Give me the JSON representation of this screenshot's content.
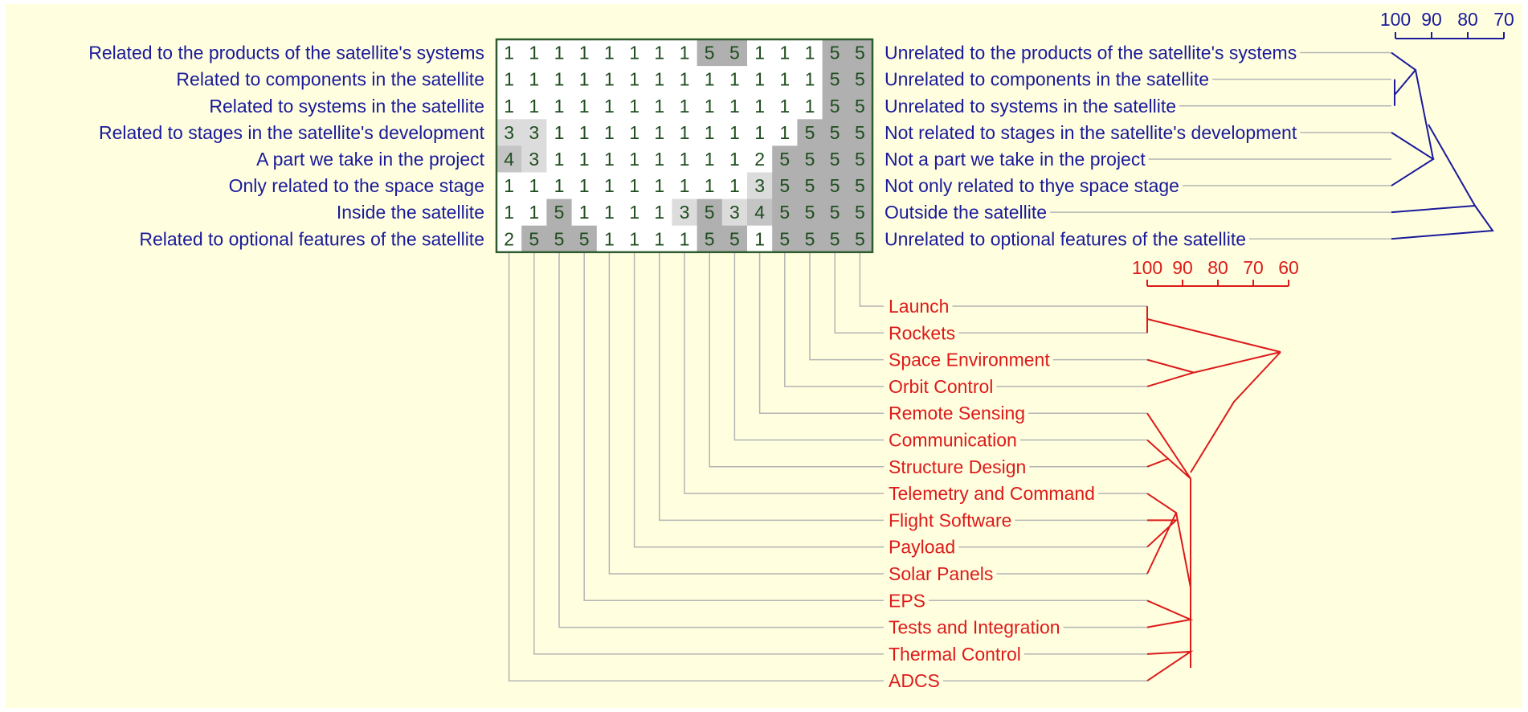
{
  "left_construct_poles": [
    "Related to the products of the satellite's systems",
    "Related to components in the satellite",
    "Related to systems in the satellite",
    "Related to stages in the satellite's development",
    "A part we take in the project",
    "Only related to the space stage",
    "Inside the satellite",
    "Related to optional features of the satellite"
  ],
  "right_construct_poles": [
    "Unrelated to the products of the satellite's systems",
    "Unrelated to components in the satellite",
    "Unrelated to systems in the satellite",
    "Not related to stages in the satellite's development",
    "Not a part we take in the project",
    "Not only related to thye space stage",
    "Outside the satellite",
    "Unrelated to optional features of the satellite"
  ],
  "element_labels": [
    "ADCS",
    "Thermal Control",
    "Tests and Integration",
    "EPS",
    "Solar Panels",
    "Payload",
    "Flight Software",
    "Telemetry and Command",
    "Structure Design",
    "Communication",
    "Remote Sensing",
    "Orbit Control",
    "Space Environment",
    "Rockets",
    "Launch"
  ],
  "ratings": [
    [
      1,
      1,
      1,
      1,
      1,
      1,
      1,
      1,
      5,
      5,
      1,
      1,
      1,
      5,
      5
    ],
    [
      1,
      1,
      1,
      1,
      1,
      1,
      1,
      1,
      1,
      1,
      1,
      1,
      1,
      5,
      5
    ],
    [
      1,
      1,
      1,
      1,
      1,
      1,
      1,
      1,
      1,
      1,
      1,
      1,
      1,
      5,
      5
    ],
    [
      3,
      3,
      1,
      1,
      1,
      1,
      1,
      1,
      1,
      1,
      1,
      1,
      5,
      5,
      5
    ],
    [
      4,
      3,
      1,
      1,
      1,
      1,
      1,
      1,
      1,
      1,
      2,
      5,
      5,
      5,
      5
    ],
    [
      1,
      1,
      1,
      1,
      1,
      1,
      1,
      1,
      1,
      1,
      3,
      5,
      5,
      5,
      5
    ],
    [
      1,
      1,
      5,
      1,
      1,
      1,
      1,
      3,
      5,
      3,
      4,
      5,
      5,
      5,
      5
    ],
    [
      2,
      5,
      5,
      5,
      1,
      1,
      1,
      1,
      5,
      5,
      1,
      5,
      5,
      5,
      5
    ]
  ],
  "construct_scale_ticks": [
    "100",
    "90",
    "80",
    "70"
  ],
  "element_scale_ticks": [
    "100",
    "90",
    "80",
    "70",
    "60"
  ],
  "colors": {
    "background": "#ffffe0",
    "construct_text": "#1a1a9a",
    "element_text": "#dd1a1a",
    "grid_border": "#2e5c2e",
    "rating_text": "#1e4d1e",
    "connector": "#b4b4b4",
    "shade_5": "#b0b0b0",
    "shade_4": "#c4c4c4",
    "shade_3": "#dcdcdc",
    "shade_1": "#ffffff"
  }
}
